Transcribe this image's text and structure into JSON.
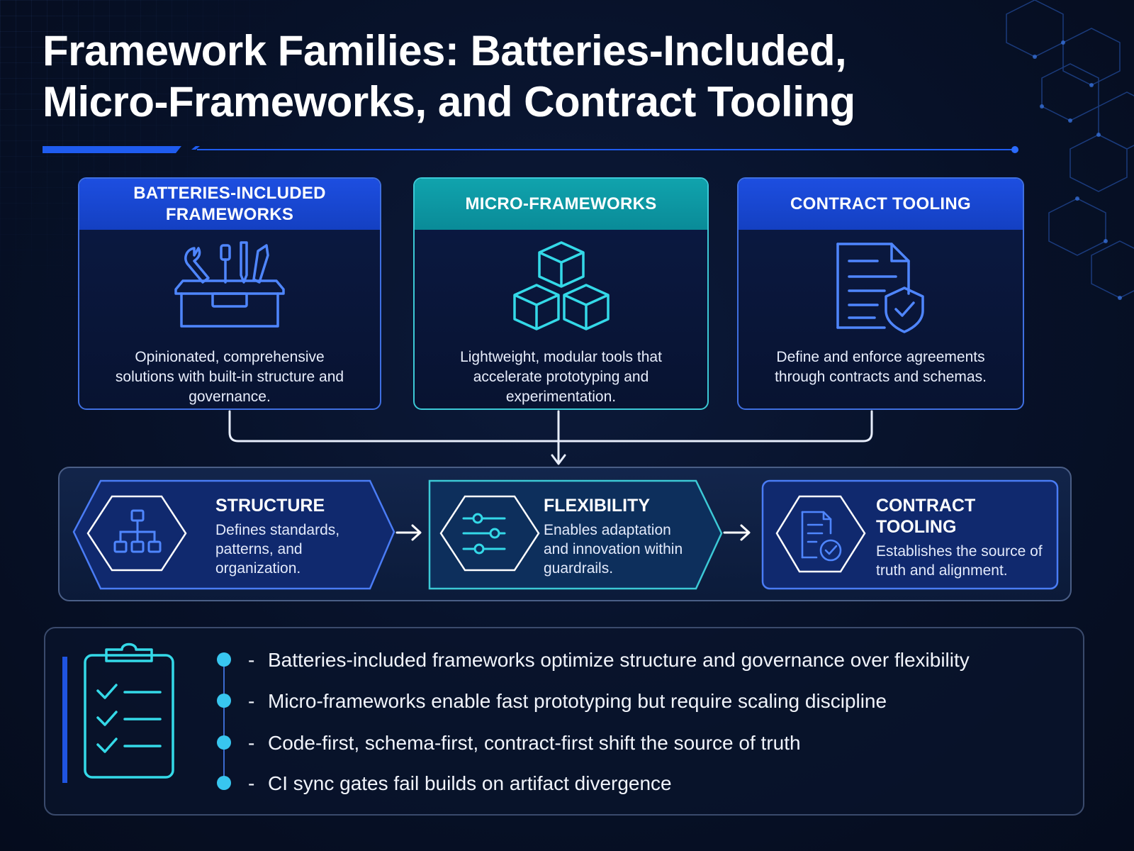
{
  "title": {
    "line1": "Framework Families: Batteries-Included,",
    "line2": "Micro-Frameworks, and Contract Tooling"
  },
  "categories": [
    {
      "heading_line1": "BATTERIES-INCLUDED",
      "heading_line2": "FRAMEWORKS",
      "icon": "toolbox-icon",
      "description": "Opinionated, comprehensive solutions with built-in structure and governance."
    },
    {
      "heading_line1": "MICRO-FRAMEWORKS",
      "icon": "cubes-icon",
      "description": "Lightweight, modular tools that accelerate prototyping and experimentation."
    },
    {
      "heading_line1": "CONTRACT TOOLING",
      "icon": "document-shield-icon",
      "description": "Define and enforce agreements through contracts and schemas."
    }
  ],
  "pillars": [
    {
      "title": "STRUCTURE",
      "description": "Defines standards, patterns, and organization.",
      "icon": "hierarchy-icon"
    },
    {
      "title": "FLEXIBILITY",
      "description": "Enables adaptation and innovation within guardrails.",
      "icon": "sliders-icon"
    },
    {
      "title": "CONTRACT TOOLING",
      "description": "Establishes the source of truth and alignment.",
      "icon": "document-check-icon"
    }
  ],
  "takeaways": {
    "icon": "clipboard-checklist-icon",
    "dash": "-",
    "items": [
      "Batteries-included frameworks optimize structure and governance over flexibility",
      "Micro-frameworks enable fast prototyping but require scaling discipline",
      "Code-first, schema-first, contract-first shift the source of truth",
      "CI sync gates fail builds on artifact divergence"
    ]
  },
  "colors": {
    "background": "#071128",
    "accent_blue": "#1f54e0",
    "accent_teal": "#3cc9d6",
    "bullet_cyan": "#38c6ef"
  }
}
